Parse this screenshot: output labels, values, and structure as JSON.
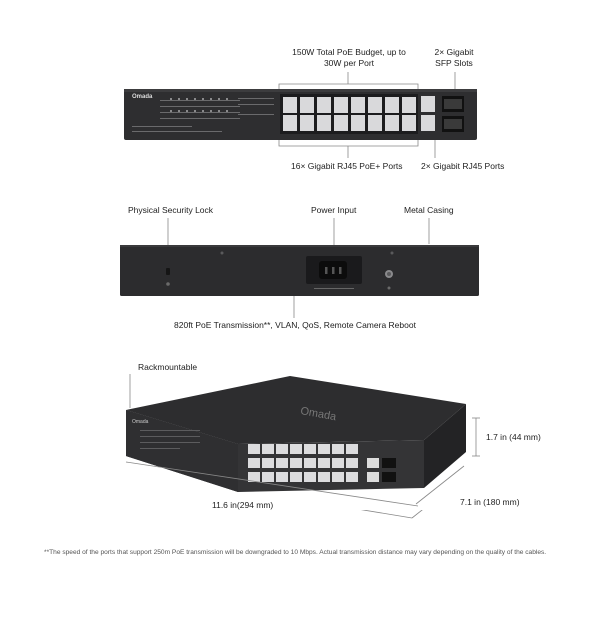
{
  "brand": "Omada",
  "front_view": {
    "callouts": {
      "poe_budget": "150W Total PoE Budget, up to 30W per Port",
      "sfp_slots": "2× Gigabit SFP Slots",
      "rj45_poe_ports": "16× Gigabit RJ45 PoE+ Ports",
      "rj45_ports": "2× Gigabit RJ45 Ports"
    }
  },
  "rear_view": {
    "callouts": {
      "security_lock": "Physical Security Lock",
      "power_input": "Power Input",
      "metal_casing": "Metal Casing",
      "features": "820ft PoE Transmission**, VLAN, QoS, Remote Camera Reboot"
    }
  },
  "iso_view": {
    "callouts": {
      "rackmountable": "Rackmountable",
      "height": "1.7 in (44 mm)",
      "width": "11.6 in(294 mm)",
      "depth": "7.1  in (180 mm)"
    }
  },
  "footnote": "**The speed of the ports that support 250m PoE transmission will be downgraded to 10 Mbps. Actual transmission distance may vary depending on the quality of the cables."
}
